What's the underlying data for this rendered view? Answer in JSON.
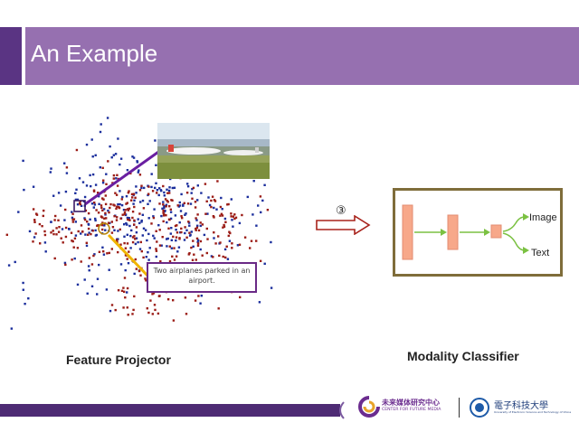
{
  "slide": {
    "title": "An Example"
  },
  "feature_projector": {
    "label": "Feature Projector",
    "caption": "Two airplanes parked in an airport.",
    "colors": {
      "image_dots": "#1b2e9c",
      "text_dots": "#9b1c16",
      "image_link": "#6a1fa1",
      "text_link": "#f0b400"
    }
  },
  "step": {
    "marker": "③"
  },
  "modality_classifier": {
    "label": "Modality Classifier",
    "outputs": [
      "Image",
      "Text"
    ],
    "colors": {
      "layer": "#f7a88a",
      "arrow": "#7bc142",
      "border": "#7f6d3a"
    }
  },
  "footer": {
    "logo_cn": "未来媒体研究中心",
    "logo_en": "CENTER FOR FUTURE MEDIA",
    "uni_cn": "電子科技大學",
    "uni_en": "University of Electronic Science and Technology of China"
  }
}
